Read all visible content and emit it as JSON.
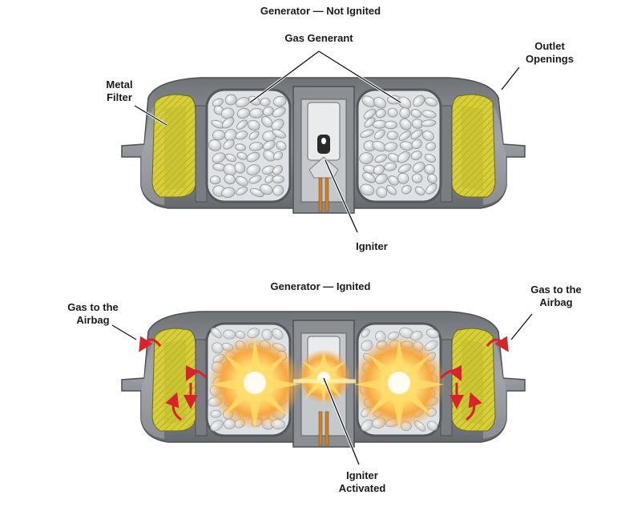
{
  "top": {
    "title": "Generator — Not Ignited",
    "labels": {
      "gas_generant": "Gas Generant",
      "outlet_openings": [
        "Outlet",
        "Openings"
      ],
      "metal_filter": [
        "Metal",
        "Filter"
      ],
      "igniter": "Igniter"
    }
  },
  "bottom": {
    "title": "Generator — Ignited",
    "labels": {
      "gas_left": [
        "Gas to the",
        "Airbag"
      ],
      "gas_right": [
        "Gas to the",
        "Airbag"
      ],
      "igniter_activated": [
        "Igniter",
        "Activated"
      ]
    }
  },
  "colors": {
    "housing": "#7f8286",
    "housing_light": "#b4b7ba",
    "chamber_bg": "#e3e6e8",
    "filter": "#d8d040",
    "explosion": "#f6b94a",
    "arrow": "#d8232a",
    "igniter_pins": "#c9822c"
  }
}
